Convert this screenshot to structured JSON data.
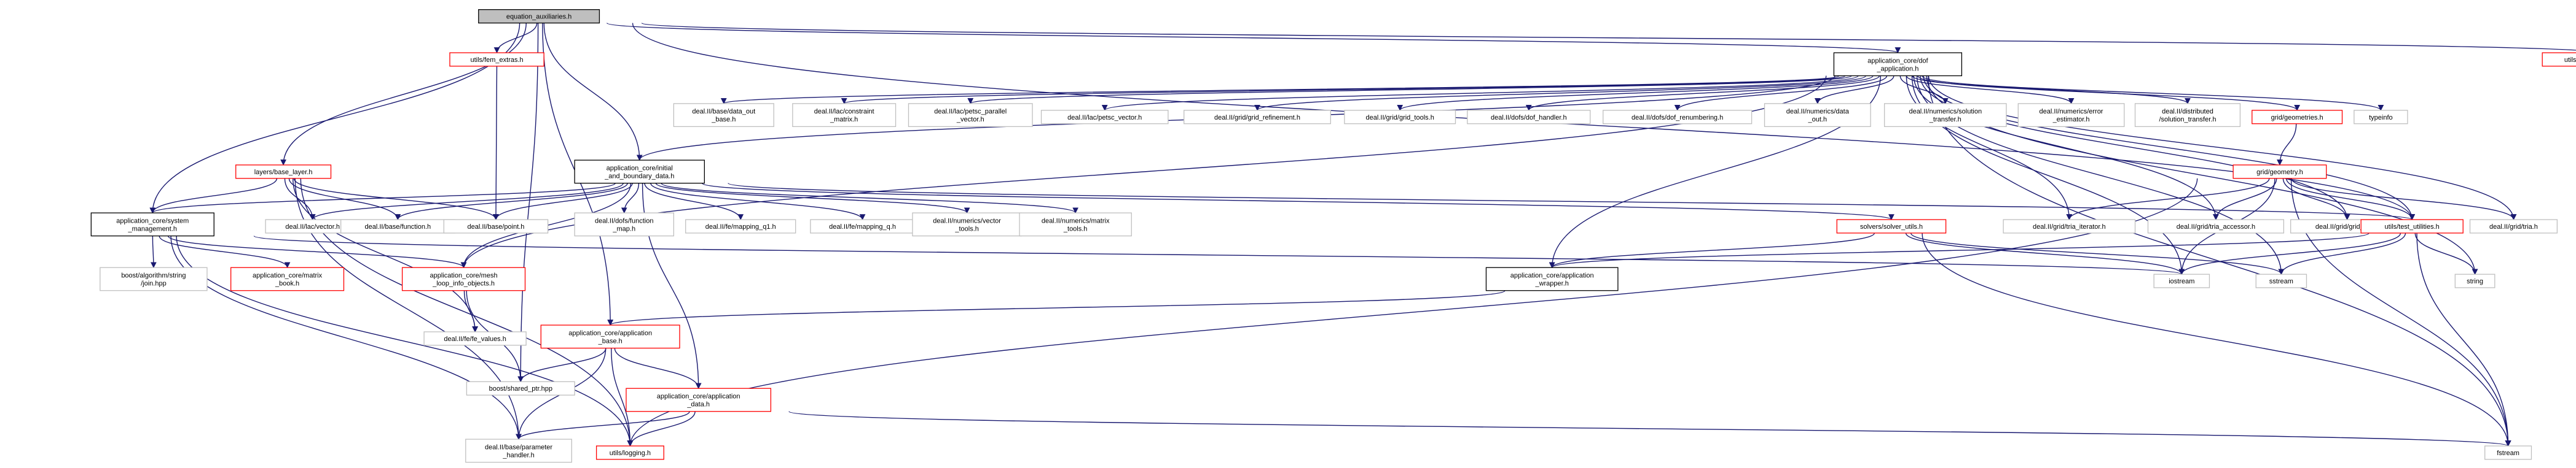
{
  "colors": {
    "edge": "#191970",
    "border_default": "#bfbfbf",
    "border_documented": "#000000",
    "border_incomplete": "#ff0000",
    "fill_root": "#bfbfbf",
    "fill_default": "#ffffff"
  },
  "nodes": [
    {
      "id": "eq_aux",
      "label": [
        "equation_auxiliaries.h"
      ],
      "style": "root"
    },
    {
      "id": "fem_extras",
      "label": [
        "utils/fem_extras.h"
      ],
      "style": "red"
    },
    {
      "id": "app_dof",
      "label": [
        "application_core/dof",
        "_application.h"
      ],
      "style": "black"
    },
    {
      "id": "test_constants",
      "label": [
        "utils/test_constants.h"
      ],
      "style": "red"
    },
    {
      "id": "base_layer",
      "label": [
        "layers/base_layer.h"
      ],
      "style": "red"
    },
    {
      "id": "data_out_base",
      "label": [
        "deal.II/base/data_out",
        "_base.h"
      ],
      "style": "gray"
    },
    {
      "id": "constraint_matrix",
      "label": [
        "deal.II/lac/constraint",
        "_matrix.h"
      ],
      "style": "gray"
    },
    {
      "id": "petsc_parallel",
      "label": [
        "deal.II/lac/petsc_parallel",
        "_vector.h"
      ],
      "style": "gray"
    },
    {
      "id": "petsc_vector",
      "label": [
        "deal.II/lac/petsc_vector.h"
      ],
      "style": "gray"
    },
    {
      "id": "grid_refinement",
      "label": [
        "deal.II/grid/grid_refinement.h"
      ],
      "style": "gray"
    },
    {
      "id": "grid_tools",
      "label": [
        "deal.II/grid/grid_tools.h"
      ],
      "style": "gray"
    },
    {
      "id": "dof_handler",
      "label": [
        "deal.II/dofs/dof_handler.h"
      ],
      "style": "gray"
    },
    {
      "id": "dof_renumbering",
      "label": [
        "deal.II/dofs/dof_renumbering.h"
      ],
      "style": "gray"
    },
    {
      "id": "data_out",
      "label": [
        "deal.II/numerics/data",
        "_out.h"
      ],
      "style": "gray"
    },
    {
      "id": "solution_transfer",
      "label": [
        "deal.II/numerics/solution",
        "_transfer.h"
      ],
      "style": "gray"
    },
    {
      "id": "error_estimator",
      "label": [
        "deal.II/numerics/error",
        "_estimator.h"
      ],
      "style": "gray"
    },
    {
      "id": "dist_solution_transfer",
      "label": [
        "deal.II/distributed",
        "/solution_transfer.h"
      ],
      "style": "gray"
    },
    {
      "id": "geometries",
      "label": [
        "grid/geometries.h"
      ],
      "style": "red"
    },
    {
      "id": "typeinfo",
      "label": [
        "typeinfo"
      ],
      "style": "gray"
    },
    {
      "id": "init_bdry",
      "label": [
        "application_core/initial",
        "_and_boundary_data.h"
      ],
      "style": "black"
    },
    {
      "id": "grid_geometry",
      "label": [
        "grid/geometry.h"
      ],
      "style": "red"
    },
    {
      "id": "system_mgmt",
      "label": [
        "application_core/system",
        "_management.h"
      ],
      "style": "black"
    },
    {
      "id": "lac_vector",
      "label": [
        "deal.II/lac/vector.h"
      ],
      "style": "gray"
    },
    {
      "id": "base_function",
      "label": [
        "deal.II/base/function.h"
      ],
      "style": "gray"
    },
    {
      "id": "base_point",
      "label": [
        "deal.II/base/point.h"
      ],
      "style": "gray"
    },
    {
      "id": "function_map",
      "label": [
        "deal.II/dofs/function",
        "_map.h"
      ],
      "style": "gray"
    },
    {
      "id": "mapping_q1",
      "label": [
        "deal.II/fe/mapping_q1.h"
      ],
      "style": "gray"
    },
    {
      "id": "mapping_q",
      "label": [
        "deal.II/fe/mapping_q.h"
      ],
      "style": "gray"
    },
    {
      "id": "vector_tools",
      "label": [
        "deal.II/numerics/vector",
        "_tools.h"
      ],
      "style": "gray"
    },
    {
      "id": "matrix_tools",
      "label": [
        "deal.II/numerics/matrix",
        "_tools.h"
      ],
      "style": "gray"
    },
    {
      "id": "solver_utils",
      "label": [
        "solvers/solver_utils.h"
      ],
      "style": "red"
    },
    {
      "id": "tria_iterator",
      "label": [
        "deal.II/grid/tria_iterator.h"
      ],
      "style": "gray"
    },
    {
      "id": "tria_accessor",
      "label": [
        "deal.II/grid/tria_accessor.h"
      ],
      "style": "gray"
    },
    {
      "id": "grid_out",
      "label": [
        "deal.II/grid/grid_out.h"
      ],
      "style": "gray"
    },
    {
      "id": "test_utilities",
      "label": [
        "utils/test_utilities.h"
      ],
      "style": "red"
    },
    {
      "id": "grid_tria",
      "label": [
        "deal.II/grid/tria.h"
      ],
      "style": "gray"
    },
    {
      "id": "boost_algorithm",
      "label": [
        "boost/algorithm/string",
        "/join.hpp"
      ],
      "style": "gray"
    },
    {
      "id": "matrix_book",
      "label": [
        "application_core/matrix",
        "_book.h"
      ],
      "style": "red"
    },
    {
      "id": "mesh_loop",
      "label": [
        "application_core/mesh",
        "_loop_info_objects.h"
      ],
      "style": "red"
    },
    {
      "id": "app_wrapper",
      "label": [
        "application_core/application",
        "_wrapper.h"
      ],
      "style": "black"
    },
    {
      "id": "iostream",
      "label": [
        "iostream"
      ],
      "style": "gray"
    },
    {
      "id": "sstream",
      "label": [
        "sstream"
      ],
      "style": "gray"
    },
    {
      "id": "string",
      "label": [
        "string"
      ],
      "style": "gray"
    },
    {
      "id": "fe_values",
      "label": [
        "deal.II/fe/fe_values.h"
      ],
      "style": "gray"
    },
    {
      "id": "app_base",
      "label": [
        "application_core/application",
        "_base.h"
      ],
      "style": "red"
    },
    {
      "id": "shared_ptr",
      "label": [
        "boost/shared_ptr.hpp"
      ],
      "style": "gray"
    },
    {
      "id": "app_data",
      "label": [
        "application_core/application",
        "_data.h"
      ],
      "style": "red"
    },
    {
      "id": "param_handler",
      "label": [
        "deal.II/base/parameter",
        "_handler.h"
      ],
      "style": "gray"
    },
    {
      "id": "logging",
      "label": [
        "utils/logging.h"
      ],
      "style": "red"
    },
    {
      "id": "fstream",
      "label": [
        "fstream"
      ],
      "style": "gray"
    }
  ],
  "edges": [
    [
      "eq_aux",
      "fem_extras"
    ],
    [
      "eq_aux",
      "app_dof"
    ],
    [
      "eq_aux",
      "test_constants"
    ],
    [
      "eq_aux",
      "base_layer"
    ],
    [
      "eq_aux",
      "init_bdry"
    ],
    [
      "eq_aux",
      "system_mgmt"
    ],
    [
      "eq_aux",
      "app_base"
    ],
    [
      "eq_aux",
      "shared_ptr"
    ],
    [
      "eq_aux",
      "test_utilities"
    ],
    [
      "fem_extras",
      "base_point"
    ],
    [
      "app_dof",
      "data_out_base"
    ],
    [
      "app_dof",
      "constraint_matrix"
    ],
    [
      "app_dof",
      "petsc_parallel"
    ],
    [
      "app_dof",
      "petsc_vector"
    ],
    [
      "app_dof",
      "grid_refinement"
    ],
    [
      "app_dof",
      "grid_tools"
    ],
    [
      "app_dof",
      "dof_handler"
    ],
    [
      "app_dof",
      "dof_renumbering"
    ],
    [
      "app_dof",
      "data_out"
    ],
    [
      "app_dof",
      "solution_transfer"
    ],
    [
      "app_dof",
      "error_estimator"
    ],
    [
      "app_dof",
      "dist_solution_transfer"
    ],
    [
      "app_dof",
      "geometries"
    ],
    [
      "app_dof",
      "typeinfo"
    ],
    [
      "app_dof",
      "init_bdry"
    ],
    [
      "app_dof",
      "app_wrapper"
    ],
    [
      "app_dof",
      "mesh_loop"
    ],
    [
      "app_dof",
      "tria_iterator"
    ],
    [
      "app_dof",
      "tria_accessor"
    ],
    [
      "app_dof",
      "grid_out"
    ],
    [
      "app_dof",
      "test_utilities"
    ],
    [
      "app_dof",
      "grid_tria"
    ],
    [
      "app_dof",
      "iostream"
    ],
    [
      "app_dof",
      "sstream"
    ],
    [
      "app_dof",
      "string"
    ],
    [
      "app_dof",
      "fstream"
    ],
    [
      "geometries",
      "grid_geometry"
    ],
    [
      "grid_geometry",
      "tria_iterator"
    ],
    [
      "grid_geometry",
      "tria_accessor"
    ],
    [
      "grid_geometry",
      "grid_out"
    ],
    [
      "grid_geometry",
      "test_utilities"
    ],
    [
      "grid_geometry",
      "grid_tria"
    ],
    [
      "grid_geometry",
      "iostream"
    ],
    [
      "grid_geometry",
      "fstream"
    ],
    [
      "grid_geometry",
      "logging"
    ],
    [
      "base_layer",
      "system_mgmt"
    ],
    [
      "base_layer",
      "lac_vector"
    ],
    [
      "base_layer",
      "base_function"
    ],
    [
      "base_layer",
      "base_point"
    ],
    [
      "base_layer",
      "param_handler"
    ],
    [
      "base_layer",
      "logging"
    ],
    [
      "base_layer",
      "fe_values"
    ],
    [
      "init_bdry",
      "system_mgmt"
    ],
    [
      "init_bdry",
      "lac_vector"
    ],
    [
      "init_bdry",
      "base_function"
    ],
    [
      "init_bdry",
      "base_point"
    ],
    [
      "init_bdry",
      "function_map"
    ],
    [
      "init_bdry",
      "mapping_q1"
    ],
    [
      "init_bdry",
      "mapping_q"
    ],
    [
      "init_bdry",
      "vector_tools"
    ],
    [
      "init_bdry",
      "matrix_tools"
    ],
    [
      "init_bdry",
      "solver_utils"
    ],
    [
      "init_bdry",
      "test_utilities"
    ],
    [
      "init_bdry",
      "mesh_loop"
    ],
    [
      "init_bdry",
      "app_data"
    ],
    [
      "system_mgmt",
      "boost_algorithm"
    ],
    [
      "system_mgmt",
      "matrix_book"
    ],
    [
      "system_mgmt",
      "mesh_loop"
    ],
    [
      "system_mgmt",
      "iostream"
    ],
    [
      "system_mgmt",
      "param_handler"
    ],
    [
      "system_mgmt",
      "logging"
    ],
    [
      "solver_utils",
      "app_wrapper"
    ],
    [
      "solver_utils",
      "iostream"
    ],
    [
      "solver_utils",
      "sstream"
    ],
    [
      "solver_utils",
      "fstream"
    ],
    [
      "test_utilities",
      "app_wrapper"
    ],
    [
      "test_utilities",
      "iostream"
    ],
    [
      "test_utilities",
      "sstream"
    ],
    [
      "test_utilities",
      "string"
    ],
    [
      "test_utilities",
      "fstream"
    ],
    [
      "mesh_loop",
      "fe_values"
    ],
    [
      "mesh_loop",
      "shared_ptr"
    ],
    [
      "app_wrapper",
      "app_base"
    ],
    [
      "app_base",
      "shared_ptr"
    ],
    [
      "app_base",
      "app_data"
    ],
    [
      "app_base",
      "param_handler"
    ],
    [
      "app_base",
      "logging"
    ],
    [
      "app_data",
      "param_handler"
    ],
    [
      "app_data",
      "logging"
    ],
    [
      "app_data",
      "fstream"
    ]
  ]
}
